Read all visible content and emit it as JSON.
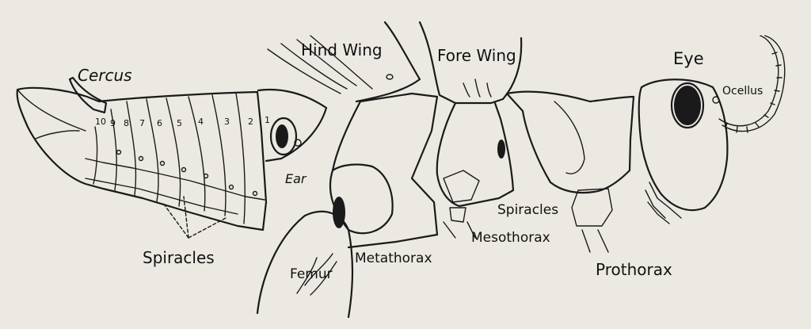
{
  "labels": {
    "cercus": "Cercus",
    "hind_wing": "Hind Wing",
    "fore_wing": "Fore Wing",
    "eye": "Eye",
    "ocellus": "Ocellus",
    "ear": "Ear",
    "spiracles_abdomen": "Spiracles",
    "spiracles_thorax": "Spiracles",
    "mesothorax": "Mesothorax",
    "metathorax": "Metathorax",
    "femur": "Femur",
    "prothorax": "Prothorax"
  },
  "segments": [
    "10",
    "9",
    "8",
    "7",
    "6",
    "5",
    "4",
    "3",
    "2",
    "1"
  ]
}
